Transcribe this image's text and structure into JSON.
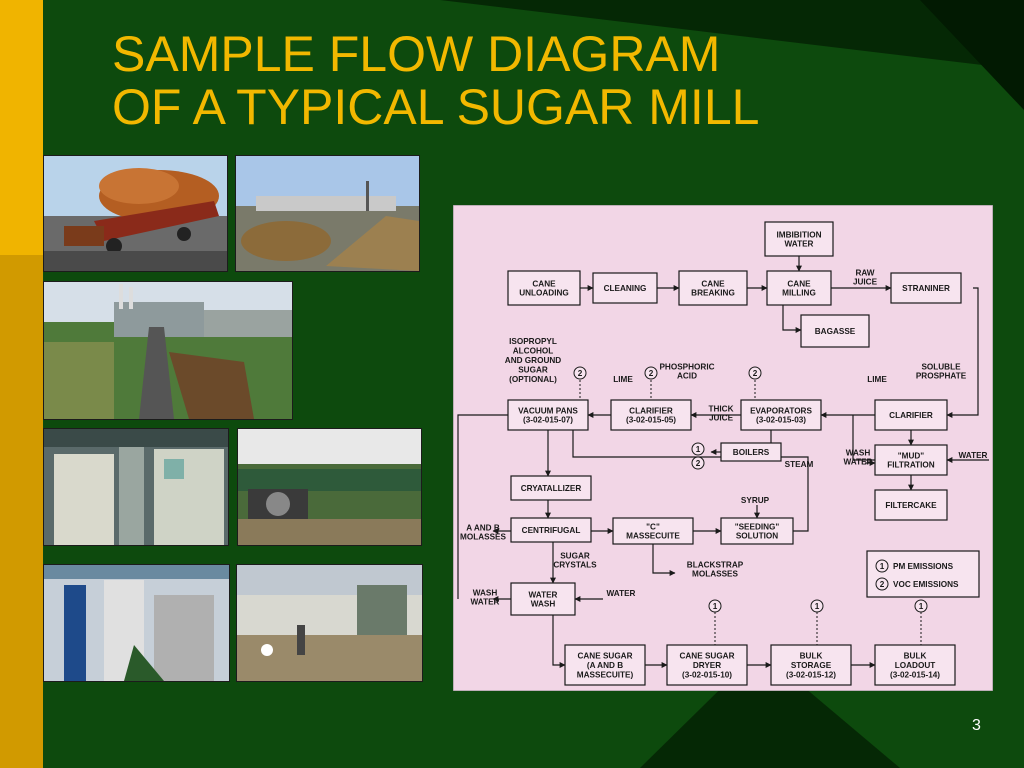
{
  "slide": {
    "title_line1": "SAMPLE FLOW DIAGRAM",
    "title_line2": "OF A TYPICAL SUGAR MILL",
    "page_number": "3"
  },
  "colors": {
    "background": "#0d4a0d",
    "dark_band": "#052805",
    "left_bar": "#f0b400",
    "title": "#f2b800",
    "diagram_bg": "#f2d6e6"
  },
  "photos": [
    {
      "subject": "cane-truck-unloading-photo"
    },
    {
      "subject": "cane-yard-photo"
    },
    {
      "subject": "cane-conveyor-carriers-photo"
    },
    {
      "subject": "boiler-equipment-photo"
    },
    {
      "subject": "cane-carrier-machinery-photo"
    },
    {
      "subject": "sugar-storage-silos-photo"
    },
    {
      "subject": "mill-interior-workers-photo"
    }
  ],
  "diagram": {
    "boxes": {
      "imbibition": [
        "IMBIBITION",
        "WATER"
      ],
      "cane_unloading": [
        "CANE",
        "UNLOADING"
      ],
      "cleaning": [
        "CLEANING"
      ],
      "cane_breaking": [
        "CANE",
        "BREAKING"
      ],
      "cane_milling": [
        "CANE",
        "MILLING"
      ],
      "straniner": [
        "STRANINER"
      ],
      "bagasse": [
        "BAGASSE"
      ],
      "vacuum_pans": [
        "VACUUM PANS",
        "(3-02-015-07)"
      ],
      "clarifier_1": [
        "CLARIFIER",
        "(3-02-015-05)"
      ],
      "evaporators": [
        "EVAPORATORS",
        "(3-02-015-03)"
      ],
      "clarifier_2": [
        "CLARIFIER"
      ],
      "boilers": [
        "BOILERS"
      ],
      "mud_filtration": [
        "\"MUD\"",
        "FILTRATION"
      ],
      "filtercake": [
        "FILTERCAKE"
      ],
      "crystallizer": [
        "CRYATALLIZER"
      ],
      "centrifugal": [
        "CENTRIFUGAL"
      ],
      "c_massecuite": [
        "\"C\"",
        "MASSECUITE"
      ],
      "seeding_solution": [
        "\"SEEDING\"",
        "SOLUTION"
      ],
      "water_wash": [
        "WATER",
        "WASH"
      ],
      "cane_sugar": [
        "CANE SUGAR",
        "(A AND B",
        "MASSECUITE)"
      ],
      "cane_sugar_dryer": [
        "CANE SUGAR",
        "DRYER",
        "(3-02-015-10)"
      ],
      "bulk_storage": [
        "BULK",
        "STORAGE",
        "(3-02-015-12)"
      ],
      "bulk_loadout": [
        "BULK",
        "LOADOUT",
        "(3-02-015-14)"
      ]
    },
    "labels": {
      "raw_juice": [
        "RAW",
        "JUICE"
      ],
      "isopropyl": [
        "ISOPROPYL",
        "ALCOHOL",
        "AND GROUND",
        "SUGAR",
        "(OPTIONAL)"
      ],
      "lime_1": [
        "LIME"
      ],
      "phosphoric_acid": [
        "PHOSPHORIC",
        "ACID"
      ],
      "thick_juice": [
        "THICK",
        "JUICE"
      ],
      "lime_2": [
        "LIME"
      ],
      "soluble_phosphate": [
        "SOLUBLE",
        "PROSPHATE"
      ],
      "steam": [
        "STEAM"
      ],
      "wash_water_1": [
        "WASH",
        "WATER"
      ],
      "water_1": [
        "WATER"
      ],
      "syrup": [
        "SYRUP"
      ],
      "ab_molasses": [
        "A AND B",
        "MOLASSES"
      ],
      "sugar_crystals": [
        "SUGAR",
        "CRYSTALS"
      ],
      "blackstrap": [
        "BLACKSTRAP",
        "MOLASSES"
      ],
      "wash_water_2": [
        "WASH",
        "WATER"
      ],
      "water_2": [
        "WATER"
      ]
    },
    "legend": {
      "pm": "PM EMISSIONS",
      "voc": "VOC EMISSIONS",
      "marker_1": "1",
      "marker_2": "2"
    }
  }
}
